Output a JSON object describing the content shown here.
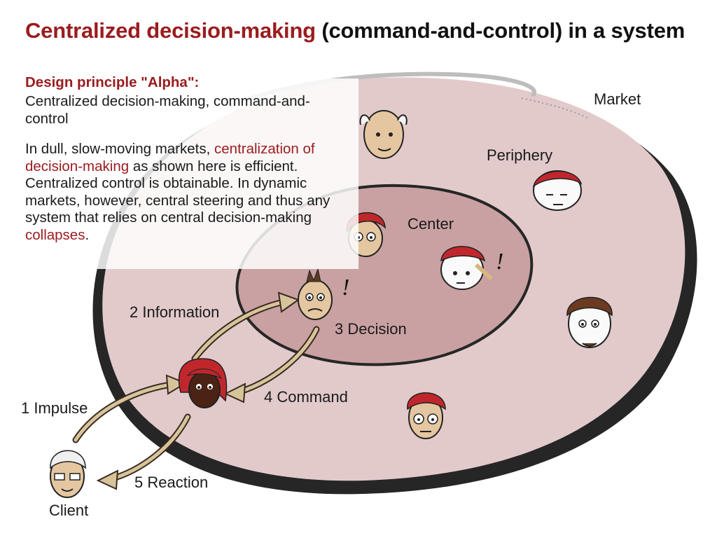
{
  "title": {
    "highlight": "Centralized decision-making",
    "rest": "(command-and-control) in a system"
  },
  "principle": {
    "heading": "Design principle \"Alpha\":",
    "subtitle": "Centralized decision-making, command-and-control",
    "body": {
      "p1": "In dull, slow-moving markets, ",
      "h1": "centralization of decision-making",
      "p2": " as shown here is efficient. Centralized control is obtainable. In dynamic markets, however, central steering and thus any system that relies on central decision-making ",
      "h2": "collapses",
      "p3": "."
    }
  },
  "labels": {
    "market": "Market",
    "periphery": "Periphery",
    "center": "Center",
    "information": "2 Information",
    "decision": "3 Decision",
    "command": "4 Command",
    "impulse": "1 Impulse",
    "reaction": "5 Reaction",
    "client": "Client"
  },
  "marks": {
    "exclamation": "!"
  },
  "colors": {
    "accent_red": "#9b1b1e",
    "periphery_fill": "#e2cacb",
    "center_fill": "#c9a1a3",
    "arrow_fill": "#d8c49a"
  }
}
